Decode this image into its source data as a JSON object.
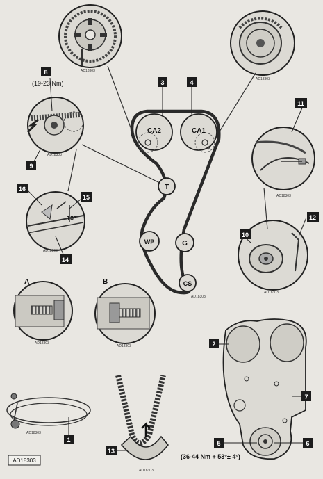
{
  "diagram": {
    "pulleys": {
      "ca2": "CA2",
      "ca1": "CA1",
      "t": "T",
      "wp": "WP",
      "g": "G",
      "cs": "CS"
    },
    "callouts": {
      "n2": "2",
      "n3": "3",
      "n4": "4",
      "n5": "5",
      "n6": "6",
      "n7": "7",
      "n8": "8",
      "n9": "9",
      "n10": "10",
      "n11": "11",
      "n12": "12",
      "n13": "13",
      "n14": "14",
      "n15": "15",
      "n16": "16",
      "n1": "1"
    },
    "torque_8": "(19-23 Nm)",
    "torque_5": "(36-44 Nm + 53°± 4°)",
    "angle": "10°",
    "label_a": "A",
    "label_b": "B",
    "figure_id": "AD18303",
    "inset_codes": {
      "top_left": "AD18303",
      "top_right": "AD18303",
      "tensioner": "AD18303",
      "mark": "AD18303",
      "right_mid": "AD18303",
      "right_lower": "AD18303",
      "main": "AD18303",
      "a": "AD18303",
      "b": "AD18303",
      "cable": "AD18303",
      "belt": "AD18303"
    }
  }
}
